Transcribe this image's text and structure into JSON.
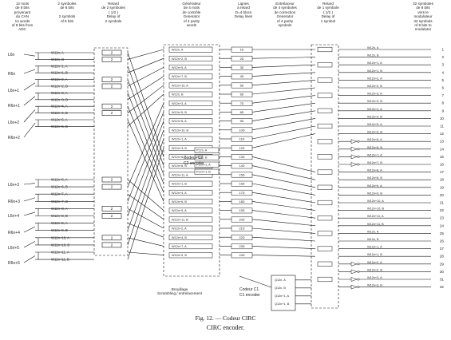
{
  "headers": [
    "12 mots\nde 8 bits\nprovenant\ndu CAN\n12 words\nof 8 bits from\nADC",
    "2 symboles\nde 8 bits\n\n2 symbols\nof 8 bits",
    "Retard\nde 2 symboles\n( 1/2 )\nDelay of\n2 symbols",
    "Générateur\nde 4 mots\nde contrôle\nGenerator\nof 4 parity\nwords",
    "Lignes\nà retard\nD=4 blocs\nDelay lines",
    "Entrelaceur\nde 4 symboles\nde correction\nGenerator\nof 4 parity\nsymbols",
    "Retard\nde 1 symbole\n( 1/2 )\nDelay of\n1 symbol",
    "32 symboles\nde 8 bits\nvers le\nmodulateur\n32 symbols\nof 8 bits to\nmodulator"
  ],
  "left_labels": [
    "L6n",
    "R6n",
    "L6n+1",
    "R6n+1",
    "L6n+2",
    "R6n+2",
    "L6n+3",
    "R6n+3",
    "L6n+4",
    "R6n+4",
    "L6n+5",
    "R6n+5"
  ],
  "input_labels": [
    "W12n, A",
    "W12n, B",
    "W12n+1, A",
    "W12n+1, B",
    "W12n+2, A",
    "W12n+2, B",
    "W12n+3, A",
    "W12n+3, B",
    "W12n+4, A",
    "W12n+4, B",
    "W12n+5, A",
    "W12n+5, B",
    "W12n+6, A",
    "W12n+6, B",
    "W12n+7, A",
    "W12n+7, B",
    "W12n+8, A",
    "W12n+8, B",
    "W12n+9, A",
    "W12n+9, B",
    "W12n+10, A",
    "W12n+10, B",
    "W12n+11, A",
    "W12n+11, B"
  ],
  "delay_box_label": "2",
  "encoder_labels": [
    "C2 encoder",
    "Codeur C2"
  ],
  "c1_labels": [
    "Codeur C1",
    "C1 encoder"
  ],
  "parity_labels": [
    "P12n, A",
    "P12n, B",
    "P12n+1, A",
    "P12n+1, B",
    "Q12n, A",
    "Q12n, B",
    "Q12n+1, A",
    "Q12n+1, B"
  ],
  "output_numbers": [
    "1",
    "2",
    "3",
    "4",
    "5",
    "6",
    "7",
    "8",
    "9",
    "10",
    "11",
    "12",
    "13",
    "14",
    "15",
    "16",
    "17",
    "18",
    "19",
    "20",
    "21",
    "22",
    "23",
    "24",
    "25",
    "26",
    "27",
    "28",
    "29",
    "30",
    "31",
    "32"
  ],
  "bottom_note": "Brouillage\nScrambling / entrelacement",
  "caption": {
    "line1": "Fig. 12. — Codeur CIRC",
    "line2": "CIRC encoder."
  }
}
